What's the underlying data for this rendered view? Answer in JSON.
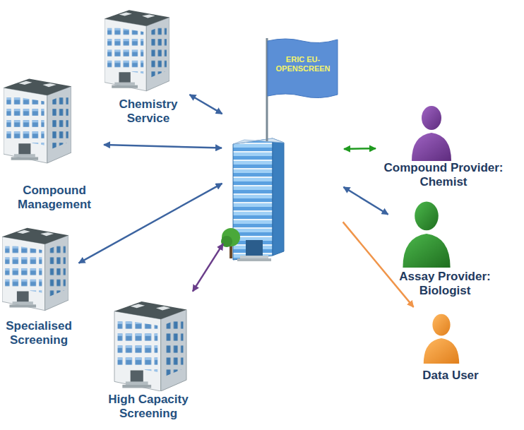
{
  "diagram": {
    "nodes": [
      {
        "text": [
          "Chemistry Service"
        ]
      },
      {
        "text": [
          "Compound Management"
        ]
      },
      {
        "text": [
          "ERIC EU-OPENSCREEN"
        ]
      },
      {
        "text": [
          "Compound Provider: Chemist"
        ]
      },
      {
        "text": [
          "Assay Provider: Biologist"
        ]
      },
      {
        "text": [
          "Specialised Screening"
        ]
      },
      {
        "text": [
          "Data User"
        ]
      },
      {
        "text": [
          "High Capacity Screening"
        ]
      }
    ],
    "edges": [
      {
        "from": 0,
        "to": 2,
        "arrow": "both"
      },
      {
        "from": 1,
        "to": 2,
        "arrow": "both"
      },
      {
        "from": 5,
        "to": 2,
        "arrow": "both"
      },
      {
        "from": 7,
        "to": 2,
        "arrow": "both"
      },
      {
        "from": 2,
        "to": 3,
        "arrow": "both"
      },
      {
        "from": 2,
        "to": 4,
        "arrow": "both"
      },
      {
        "from": 2,
        "to": 6,
        "arrow": "to"
      }
    ]
  }
}
